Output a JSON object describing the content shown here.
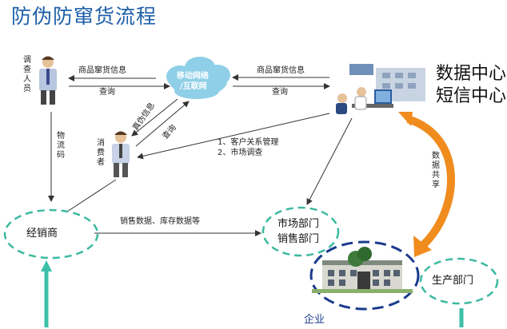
{
  "title": "防伪防窜货流程",
  "nodes": {
    "investigator": "调查人员",
    "network_line1": "移动网络",
    "network_line2": "/互联网",
    "data_center_line1": "数据中心",
    "data_center_line2": "短信中心",
    "consumer": "消费者",
    "distributor": "经销商",
    "market_dept_line1": "市场部门",
    "market_dept_line2": "销售部门",
    "production_dept": "生产部门",
    "enterprise": "企业"
  },
  "edge_labels": {
    "inv_query_info": "商品窜货信息",
    "inv_query": "查询",
    "dc_query_info": "商品窜货信息",
    "dc_query": "查询",
    "authenticity_info": "真伪信息",
    "consumer_query": "查询",
    "logistics_code": "物流码",
    "crm_item1": "1、客户关系管理",
    "crm_item2": "2、市场调查",
    "sales_data": "销售数据、库存数据等",
    "data_sharing": "数据共享"
  },
  "colors": {
    "title": "#1e5fa8",
    "cloud": "#8fcfe8",
    "cloud_text": "#ffffff",
    "dashed_ellipse": "#3cb9a0",
    "enterprise_ellipse": "#1a3a8c",
    "orange_arrow": "#f08c1e",
    "line": "#333333",
    "bottom_arrow": "#3cc0a8"
  }
}
